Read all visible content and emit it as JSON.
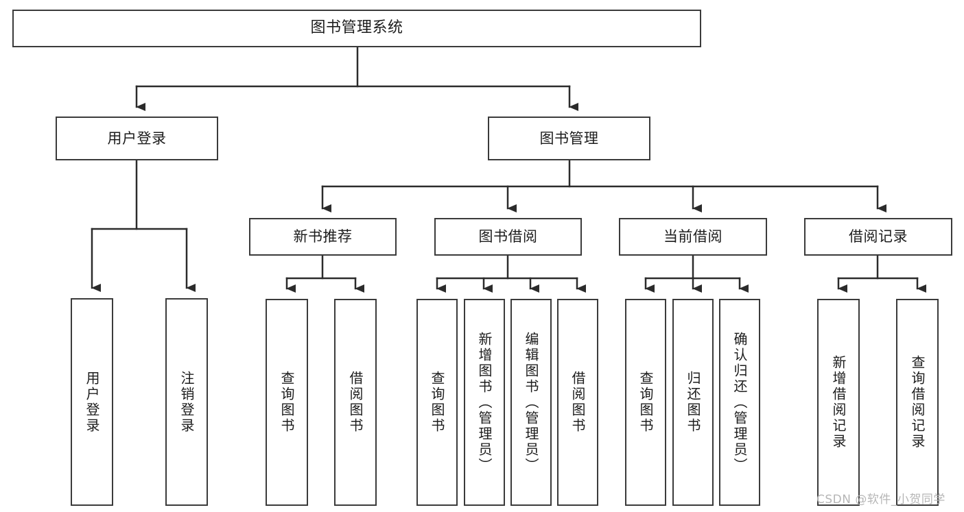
{
  "diagram": {
    "title": "图书管理系统",
    "type": "tree-structure-chart",
    "colors": {
      "box_border": "#3a3a3a",
      "box_fill": "#ffffff",
      "connector": "#2b2b2b",
      "text": "#1c1c1c",
      "watermark": "#b6b6b6"
    },
    "root": {
      "label": "图书管理系统"
    },
    "level2": [
      {
        "label": "用户登录"
      },
      {
        "label": "图书管理"
      }
    ],
    "level3": [
      {
        "label": "新书推荐"
      },
      {
        "label": "图书借阅"
      },
      {
        "label": "当前借阅"
      },
      {
        "label": "借阅记录"
      }
    ],
    "leaves": {
      "user_login": [
        {
          "label": "用户登录"
        },
        {
          "label": "注销登录"
        }
      ],
      "new_book": [
        {
          "label": "查询图书"
        },
        {
          "label": "借阅图书"
        }
      ],
      "book_borrow": [
        {
          "label": "查询图书"
        },
        {
          "label": "新增图书（管理员）"
        },
        {
          "label": "编辑图书（管理员）"
        },
        {
          "label": "借阅图书"
        }
      ],
      "current_borrow": [
        {
          "label": "查询图书"
        },
        {
          "label": "归还图书"
        },
        {
          "label": "确认归还（管理员）"
        }
      ],
      "borrow_record": [
        {
          "label": "新增借阅记录"
        },
        {
          "label": "查询借阅记录"
        }
      ]
    }
  },
  "watermark": {
    "text": "CSDN @软件_小贺同学"
  }
}
